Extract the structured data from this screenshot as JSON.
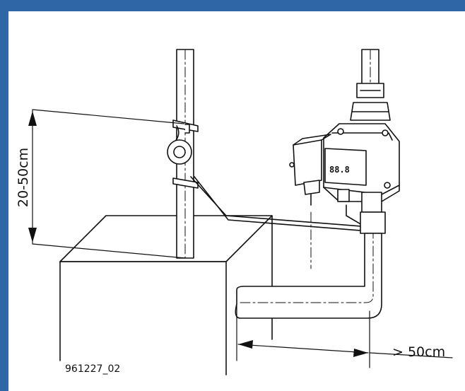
{
  "labels": {
    "vertical_distance": "20-50cm",
    "horizontal_distance": "> 50cm",
    "figure_code": "961227_02"
  },
  "device_display": "88.8",
  "colors": {
    "frame": "#2f67a6",
    "line": "#111111",
    "background": "#ffffff"
  }
}
